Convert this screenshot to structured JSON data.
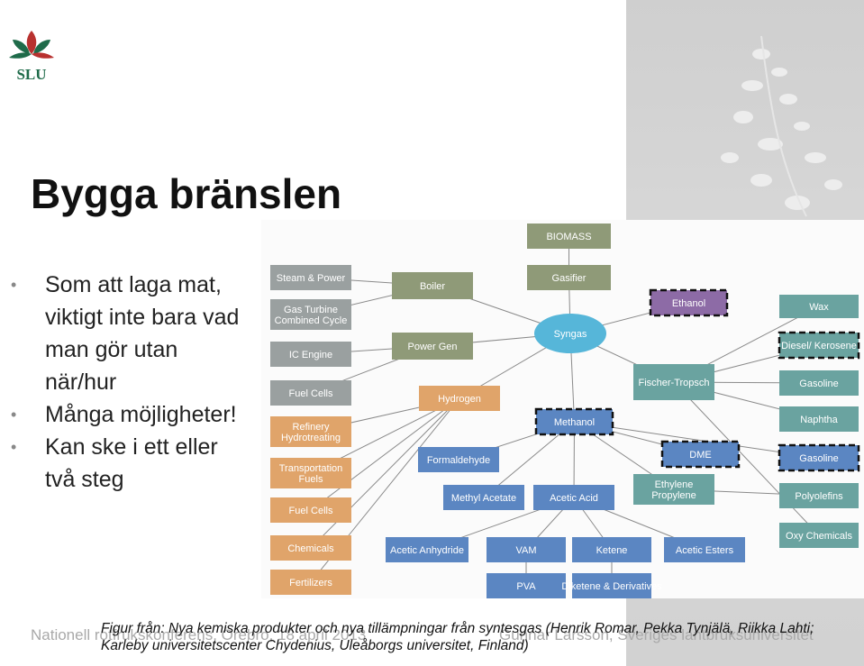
{
  "logo": {
    "text": "SLU",
    "icon": "slu-leaf-logo"
  },
  "slide": {
    "title": "Bygga bränslen",
    "bullets": [
      "Som att laga mat, viktigt inte bara vad man gör utan när/hur",
      "Många möjligheter!",
      "Kan ske i ett eller två steg"
    ]
  },
  "diagram": {
    "nodes": {
      "biomass": "BIOMASS",
      "gasifier": "Gasifier",
      "syngas": "Syngas",
      "steam_power": "Steam & Power",
      "gas_turbine": "Gas Turbine Combined Cycle",
      "ic_engine": "IC Engine",
      "fuel_cells_1": "Fuel Cells",
      "refinery": "Refinery Hydrotreating",
      "transportation_fuels": "Transportation Fuels",
      "fuel_cells_2": "Fuel Cells",
      "chemicals": "Chemicals",
      "fertilizers": "Fertilizers",
      "boiler": "Boiler",
      "power_gen": "Power Gen",
      "hydrogen": "Hydrogen",
      "formaldehyde": "Formaldehyde",
      "methyl_acetate": "Methyl Acetate",
      "acetic_acid": "Acetic Acid",
      "acetic_anhydride": "Acetic Anhydride",
      "vam": "VAM",
      "ketene": "Ketene",
      "acetic_esters": "Acetic Esters",
      "pva": "PVA",
      "diketene": "Diketene & Derivatives",
      "methanol": "Methanol",
      "ethanol": "Ethanol",
      "dme": "DME",
      "ethylene_propylene": "Ethylene Propylene",
      "fischer_tropsch": "Fischer-Tropsch",
      "wax": "Wax",
      "diesel_kerosene": "Diesel/ Kerosene",
      "gasoline_1": "Gasoline",
      "naphtha": "Naphtha",
      "gasoline_2": "Gasoline",
      "polyolefins": "Polyolefins",
      "oxy_chemicals": "Oxy Chemicals"
    },
    "colors": {
      "grey": "#9aa0a0",
      "olive": "#8f9a78",
      "orange": "#e0a46a",
      "blue": "#5b86c2",
      "teal": "#6aa3a0",
      "purple": "#8d6ba6",
      "syngas": "#56b6d9"
    }
  },
  "footer": {
    "conference": "Nationell rotfrukskonferens, Örebro, 18 april 2013",
    "author": "Gunnar Larsson, Sveriges lantbruksuniversitet"
  },
  "caption": {
    "line1": "Figur från: Nya kemiska produkter och nya tillämpningar från syntesgas (Henrik Romar, Pekka Tynjälä, Riikka Lahti;",
    "line2": "Karleby universitetscenter Chydenius, Uleåborgs universitet, Finland)"
  }
}
